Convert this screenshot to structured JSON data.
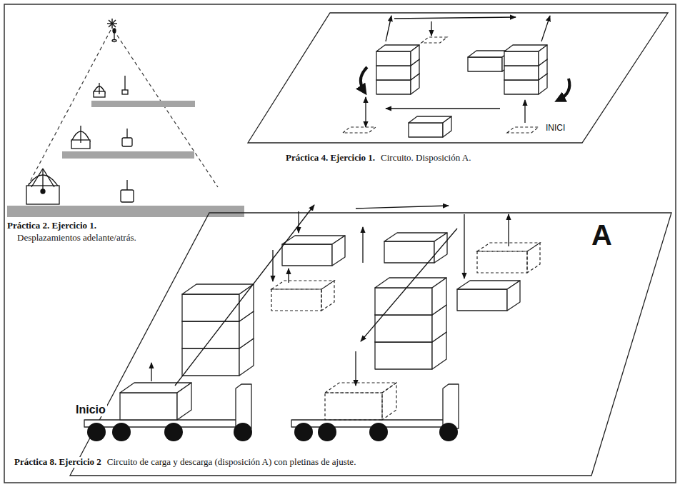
{
  "diagram": {
    "labels": [
      "Práctica 2. Ejercicio 1.",
      "Desplazamientos adelante/atrás.",
      "Práctica 4. Ejercicio 1.",
      "Circuito. Disposición A.",
      "INICI",
      "A",
      "Inicio",
      "Práctica 8. Ejercicio 2",
      "Circuito de carga y descarga (disposición A) con pletinas de ajuste."
    ]
  }
}
